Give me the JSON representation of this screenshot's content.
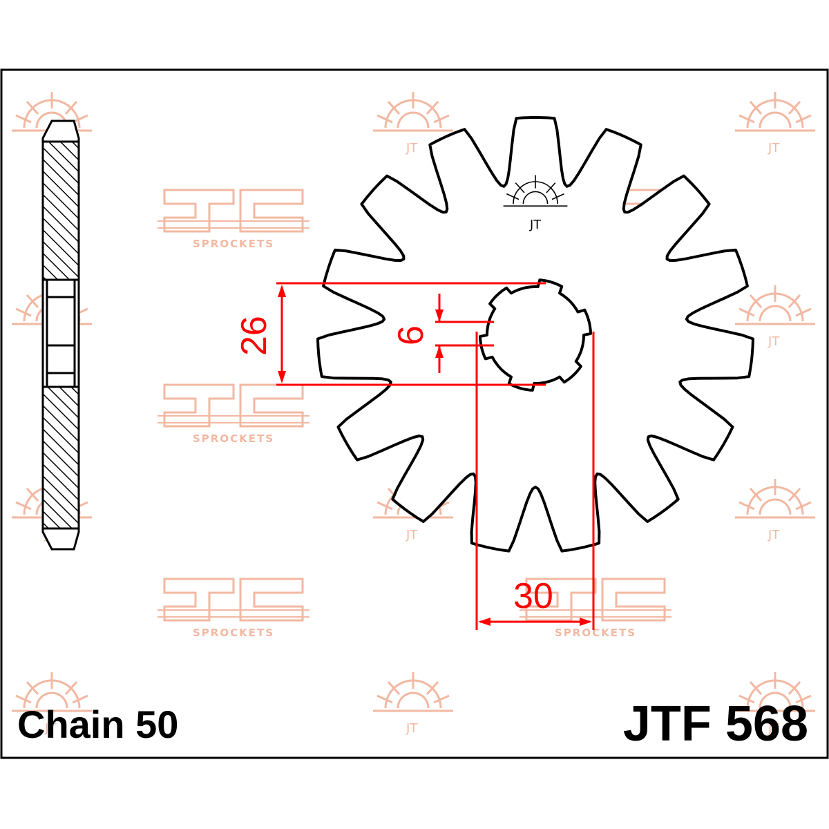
{
  "chain_label": "Chain 50",
  "part_number": "JTF 568",
  "watermark": {
    "brand_text": "SPROCKETS",
    "logo_glyph": "JT"
  },
  "dimensions": {
    "spline_height": "26",
    "key_width": "6",
    "bore_diameter": "30"
  },
  "sprocket": {
    "teeth": 15
  },
  "colors": {
    "outline": "#000000",
    "dimension": "#ff0000",
    "watermark": "#f2b8a2",
    "frame": "#000000"
  }
}
